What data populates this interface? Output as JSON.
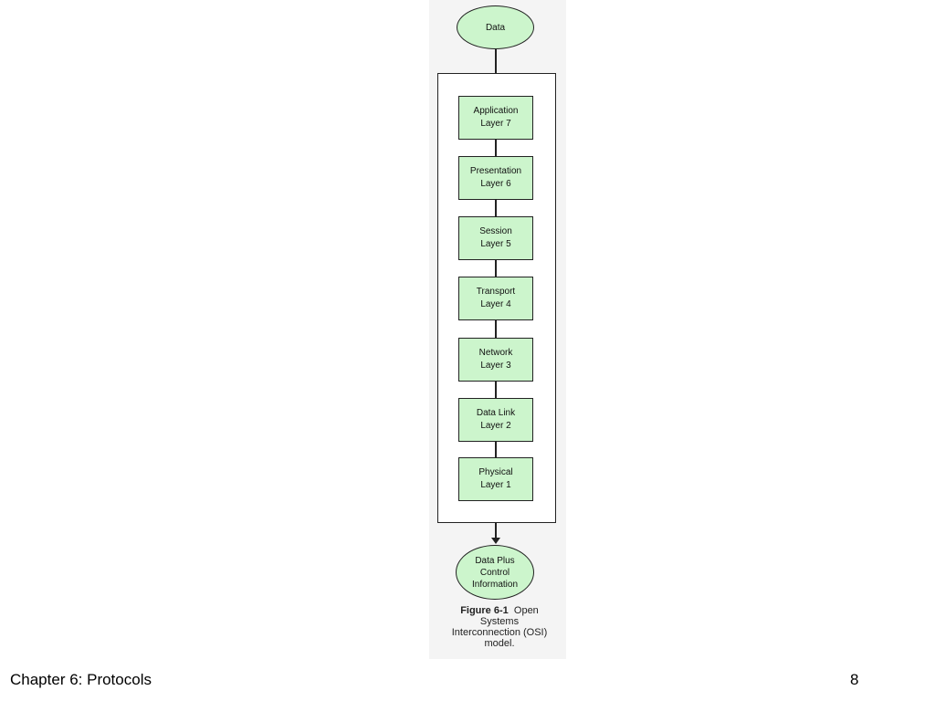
{
  "diagram": {
    "start_node": {
      "line1": "Data"
    },
    "layers": [
      {
        "name": "Application",
        "layer": "Layer 7"
      },
      {
        "name": "Presentation",
        "layer": "Layer 6"
      },
      {
        "name": "Session",
        "layer": "Layer 5"
      },
      {
        "name": "Transport",
        "layer": "Layer 4"
      },
      {
        "name": "Network",
        "layer": "Layer 3"
      },
      {
        "name": "Data Link",
        "layer": "Layer 2"
      },
      {
        "name": "Physical",
        "layer": "Layer 1"
      }
    ],
    "end_node": {
      "line1": "Data Plus",
      "line2": "Control Information"
    },
    "caption": {
      "label": "Figure 6-1",
      "text": "Open Systems Interconnection (OSI) model."
    }
  },
  "footer": {
    "chapter": "Chapter 6:  Protocols",
    "page_number": "8"
  }
}
